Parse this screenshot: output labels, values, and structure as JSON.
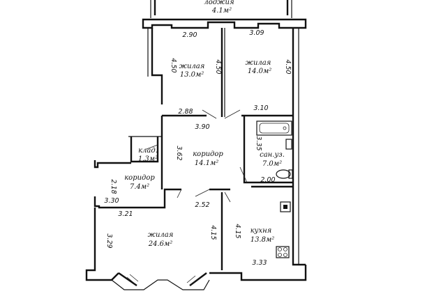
{
  "rooms": [
    {
      "id": "loggia",
      "name": "лоджия",
      "area": "4.1м²"
    },
    {
      "id": "bedroom-1",
      "name": "жилая",
      "area": "13.0м²"
    },
    {
      "id": "bedroom-2",
      "name": "жилая",
      "area": "14.0м²"
    },
    {
      "id": "storage",
      "name": "клад.",
      "area": "1.3м²"
    },
    {
      "id": "corridor-main",
      "name": "коридор",
      "area": "14.1м²"
    },
    {
      "id": "bathroom",
      "name": "сан.уз.",
      "area": "7.0м²"
    },
    {
      "id": "corridor-small",
      "name": "коридор",
      "area": "7.4м²"
    },
    {
      "id": "living-room",
      "name": "жилая",
      "area": "24.6м²"
    },
    {
      "id": "kitchen",
      "name": "кухня",
      "area": "13.8м²"
    }
  ],
  "dimensions": [
    "2.90",
    "3.09",
    "4.50",
    "4.50",
    "4.50",
    "2.88",
    "3.10",
    "3.90",
    "3.62",
    "3.35",
    "2.00",
    "2.18",
    "3.30",
    "3.21",
    "2.52",
    "3.29",
    "4.15",
    "4.15",
    "3.33"
  ]
}
